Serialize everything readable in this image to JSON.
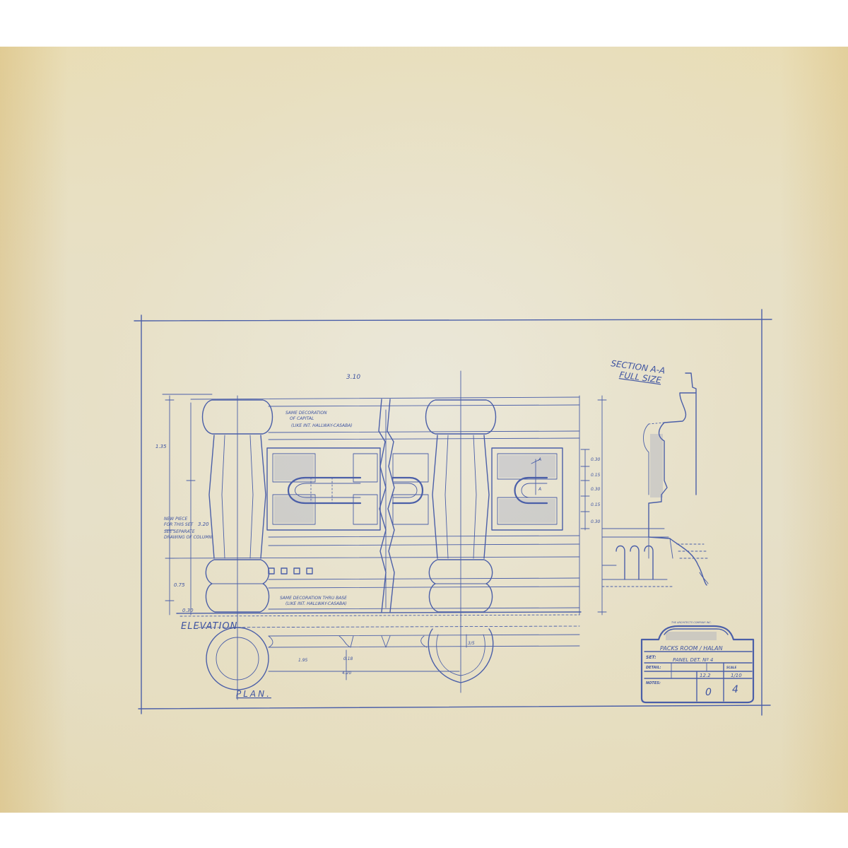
{
  "section_label": {
    "line1": "SECTION A-A",
    "line2": "FULL SIZE"
  },
  "overall_dimension": "3.10",
  "notes": {
    "capital": [
      "SAME DECORATION",
      "OF CAPITAL",
      "(LIKE INT. HALLWAY-CASABA)"
    ],
    "base": [
      "SAME DECORATION THRU BASE",
      "(LIKE INT. HALLWAY-CASABA)"
    ],
    "new_piece": [
      "NEW PIECE",
      "FOR THIS SET",
      "SEE SEPARATE",
      "DRAWING OF COLUMN"
    ]
  },
  "left_dimensions": [
    "1.35",
    "0.75",
    "0.30"
  ],
  "height_dimension": "3.20",
  "right_dimensions": [
    "0.30",
    "0.15",
    "0.30",
    "0.15",
    "0.30"
  ],
  "section_marker": "A",
  "view_labels": {
    "elevation": "ELEVATION",
    "plan": "PLAN."
  },
  "plan_dimensions": [
    "1.95",
    "0.18",
    "4.20",
    "3/5"
  ],
  "title_block": {
    "header": "THE ARCHITECTS COMPANY INC.",
    "set_label": "SET:",
    "set_value": "PACKS ROOM / HALAN",
    "detail_label": "DETAIL:",
    "detail_value": "PANEL DET. Nº 4",
    "date_value": "12.2",
    "scale_label": "SCALE",
    "scale_value": "1/10",
    "notes_label": "NOTES:",
    "set_no_value": "0",
    "drawing_no_value": "4"
  }
}
